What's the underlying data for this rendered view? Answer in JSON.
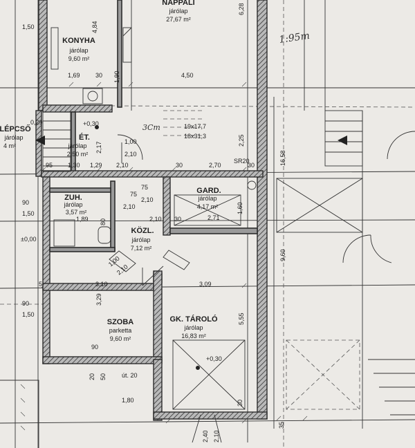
{
  "rooms": {
    "nappali": {
      "name": "NAPPALI",
      "floor": "járólap",
      "area": "27,67 m²"
    },
    "konyha": {
      "name": "KONYHA",
      "floor": "járólap",
      "area": "9,60 m²"
    },
    "lepcso": {
      "name": "LÉPCSŐ",
      "floor": "járólap",
      "area": "4 m²"
    },
    "et": {
      "name": "ÉT.",
      "floor": "járólap",
      "area": "2,50 m²"
    },
    "zuh": {
      "name": "ZUH.",
      "floor": "járólap",
      "area": "3,57 m²"
    },
    "kozl": {
      "name": "KÖZL.",
      "floor": "járólap",
      "area": "7,12 m²"
    },
    "gard": {
      "name": "GARD.",
      "floor": "járólap",
      "area": "4,17 m²"
    },
    "szoba": {
      "name": "SZOBA",
      "floor": "parketta",
      "area": "9,60 m²"
    },
    "tarolo": {
      "name": "GK. TÁROLÓ",
      "floor": "járólap",
      "area": "16,83 m²"
    }
  },
  "levels": {
    "plus030a": "+0,30",
    "plus030b": "+0,30",
    "zero": "±0,00"
  },
  "stair": {
    "steps1": "19x17,7",
    "steps2": "18x31,3",
    "sr": "SR20",
    "ut": "út. 20"
  },
  "handwritten": {
    "scale": "1:95m",
    "note": "3Cm"
  },
  "dims": {
    "d150a": "1,50",
    "d484": "4,84",
    "d628": "6,28",
    "d169": "1,69",
    "d30a": "30",
    "d190": "1,90",
    "d450": "4,50",
    "d029": "0,29",
    "d217": "2,17",
    "d100a": "1,00",
    "d210a": "2,10",
    "d225": "2,25",
    "d1658": "16,58",
    "d95": "95",
    "d130": "1,30",
    "d129": "1,29",
    "d210b": "2,10",
    "d30b": "30",
    "d270": "2,70",
    "d30c": "30",
    "d75a": "75",
    "d210c": "2,10",
    "d75b": "75",
    "d210d": "2,10",
    "d90a": "90",
    "d150b": "1,50",
    "d189": "1,89",
    "d80": "80",
    "d160": "1,60",
    "d271": "2,71",
    "d210e": "2,10",
    "d30d": "30",
    "d100b": "1,00",
    "d210f": "2,10",
    "d960": "9,60",
    "d5": "5",
    "d310": "3,10",
    "d309": "3,09",
    "d329": "3,29",
    "d90b": "90",
    "d150c": "1,50",
    "d555": "5,55",
    "d90c": "90",
    "d20a": "20",
    "d50": "50",
    "d180": "1,80",
    "d240": "2,40",
    "d210g": "2,10",
    "d35": "35",
    "d30e": "30"
  }
}
